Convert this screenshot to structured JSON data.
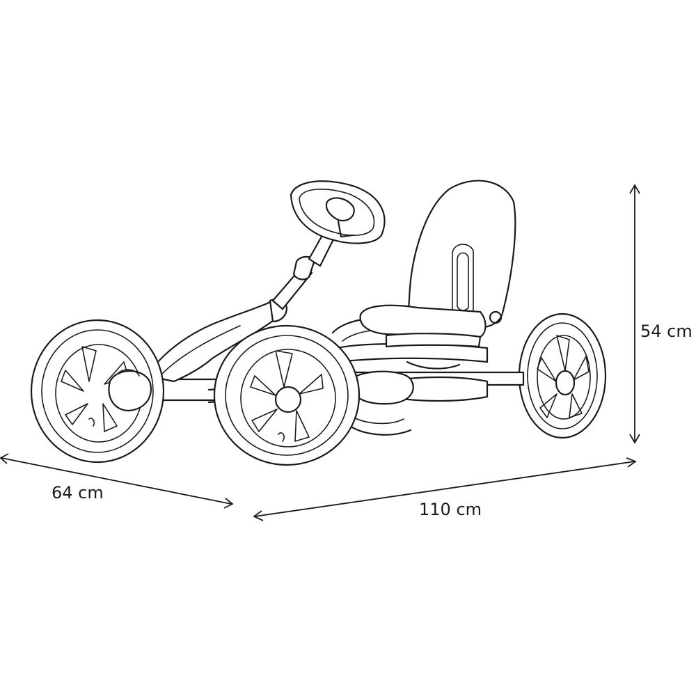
{
  "dimensions": {
    "width": "64 cm",
    "length": "110 cm",
    "height": "54 cm"
  },
  "colors": {
    "line": "#1a1a1a",
    "background": "#ffffff"
  }
}
